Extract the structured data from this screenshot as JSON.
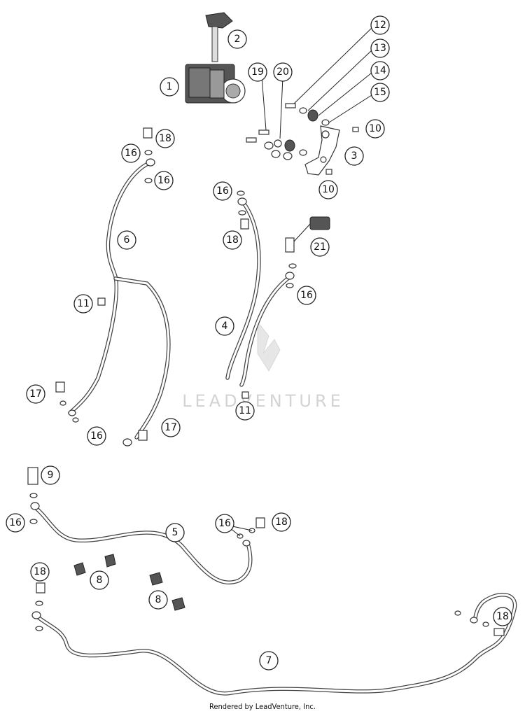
{
  "watermark": {
    "text": "LEADVENTURE"
  },
  "credit": "Rendered by LeadVenture, Inc.",
  "callouts": [
    {
      "label": "1"
    },
    {
      "label": "2"
    },
    {
      "label": "3"
    },
    {
      "label": "4"
    },
    {
      "label": "5"
    },
    {
      "label": "6"
    },
    {
      "label": "7"
    },
    {
      "label": "8"
    },
    {
      "label": "8"
    },
    {
      "label": "9"
    },
    {
      "label": "10"
    },
    {
      "label": "10"
    },
    {
      "label": "11"
    },
    {
      "label": "11"
    },
    {
      "label": "12"
    },
    {
      "label": "13"
    },
    {
      "label": "14"
    },
    {
      "label": "15"
    },
    {
      "label": "16"
    },
    {
      "label": "16"
    },
    {
      "label": "16"
    },
    {
      "label": "16"
    },
    {
      "label": "16"
    },
    {
      "label": "16"
    },
    {
      "label": "16"
    },
    {
      "label": "17"
    },
    {
      "label": "17"
    },
    {
      "label": "18"
    },
    {
      "label": "18"
    },
    {
      "label": "18"
    },
    {
      "label": "18"
    },
    {
      "label": "18"
    },
    {
      "label": "19"
    },
    {
      "label": "20"
    },
    {
      "label": "21"
    }
  ]
}
